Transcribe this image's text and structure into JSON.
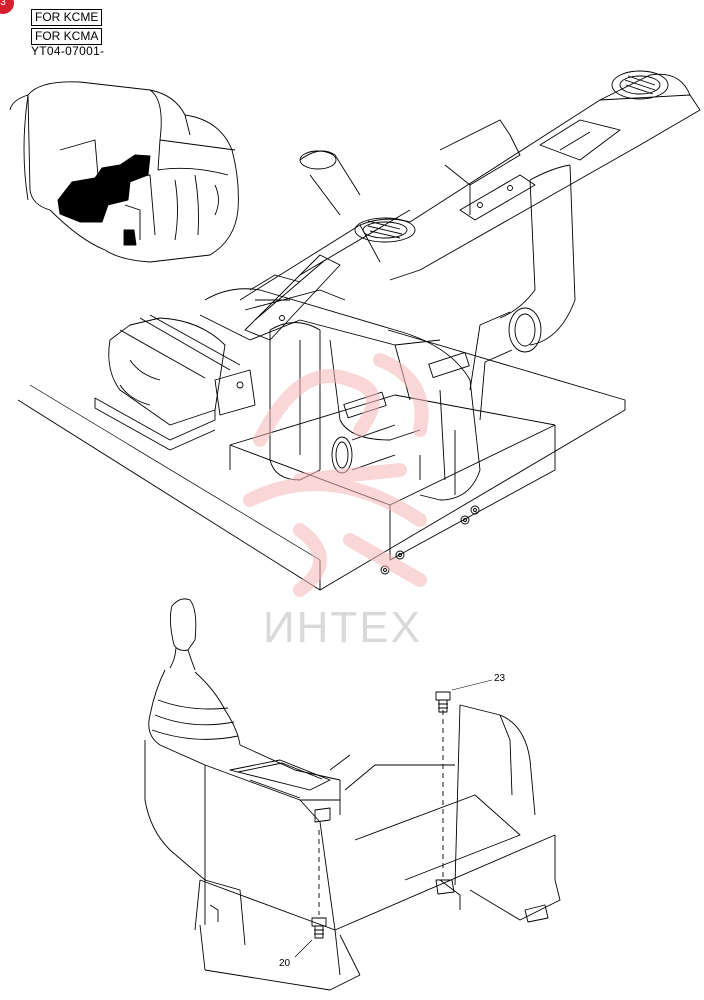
{
  "header": {
    "badge": "3",
    "labels": [
      "FOR KCME",
      "FOR KCMA"
    ],
    "serial": "YT04-07001-"
  },
  "watermark": {
    "text": "ИНТЕХ",
    "color": "#f08080"
  },
  "callouts": {
    "upper_bolt": "23",
    "lower_bolt": "20"
  }
}
